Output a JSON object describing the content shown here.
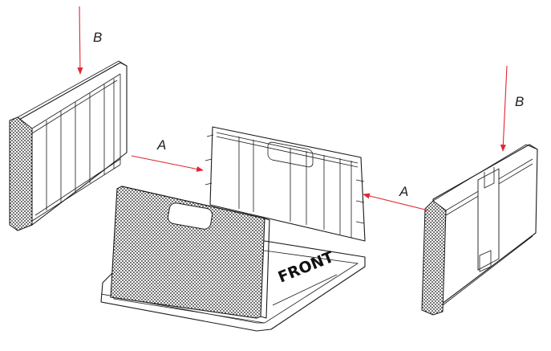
{
  "labels": {
    "arrow_a": "A",
    "arrow_b": "B",
    "base_marking": "FRONT"
  },
  "colors": {
    "arrow": "#e0262f",
    "line": "#1a1a1a",
    "background": "#ffffff"
  }
}
